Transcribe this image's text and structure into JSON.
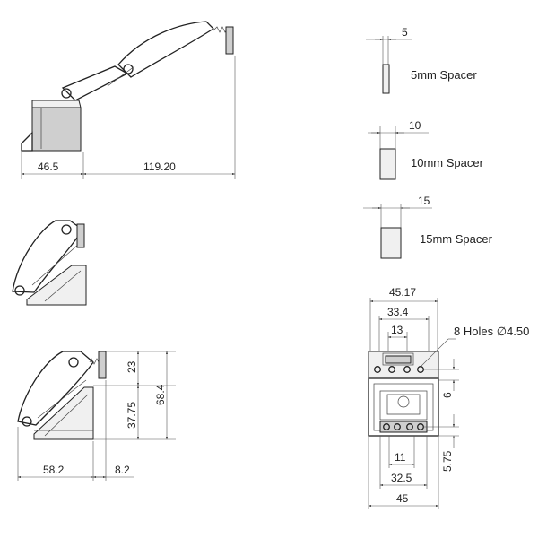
{
  "top_view": {
    "dim_left": "46.5",
    "dim_right": "119.20"
  },
  "side_view": {
    "dim_bottom_left": "58.2",
    "dim_bottom_right": "8.2",
    "dim_upper": "23",
    "dim_lower": "37.75",
    "dim_total": "68.4"
  },
  "spacers": [
    {
      "dim": "5",
      "label": "5mm Spacer"
    },
    {
      "dim": "10",
      "label": "10mm Spacer"
    },
    {
      "dim": "15",
      "label": "15mm Spacer"
    }
  ],
  "front_view": {
    "dim_overall_top": "45.17",
    "dim_mid_top": "33.4",
    "dim_inner_top": "13",
    "holes_label": "8 Holes ∅4.50",
    "dim_right_upper": "6",
    "dim_right_lower": "5.75",
    "dim_bottom_inner": "11",
    "dim_bottom_mid": "32.5",
    "dim_bottom_overall": "45"
  }
}
